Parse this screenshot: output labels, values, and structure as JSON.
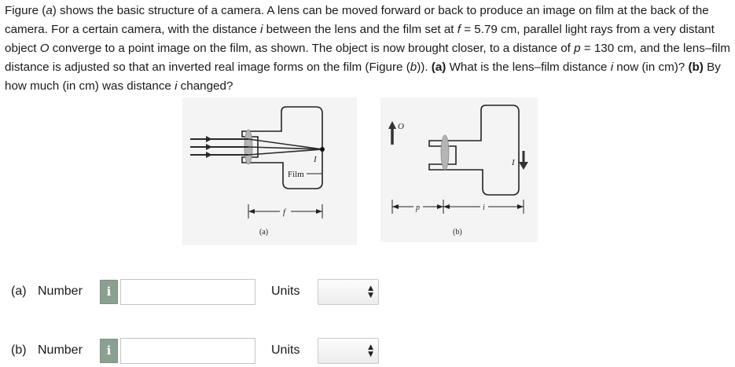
{
  "problem": {
    "s1": "Figure (",
    "s2": "a",
    "s3": ") shows the basic structure of a camera. A lens can be moved forward or back to produce an image on film at the back of the camera. For a certain camera, with the distance ",
    "s4": "i",
    "s5": " between the lens and the film set at ",
    "s6": "f",
    "s7": " = 5.79 cm, parallel light rays from a very distant object ",
    "s8": "O",
    "s9": " converge to a point image on the film, as shown. The object is now brought closer, to a distance of ",
    "s10": "p",
    "s11": " = 130 cm, and the lens–film distance is adjusted so that an inverted real image forms on the film (Figure (",
    "s12": "b",
    "s13": ")). ",
    "s14": "(a)",
    "s15": " What is the lens–film distance ",
    "s16": "i",
    "s17": " now (in cm)? ",
    "s18": "(b)",
    "s19": " By how much (in cm) was distance ",
    "s20": "i",
    "s21": " changed?"
  },
  "figure_a": {
    "film_label": "Film",
    "image_label": "I",
    "focal_label": "f",
    "caption": "(a)"
  },
  "figure_b": {
    "object_label": "O",
    "image_label": "I",
    "p_label": "p",
    "i_label": "i",
    "caption": "(b)"
  },
  "answers": [
    {
      "part": "(a)",
      "number_label": "Number",
      "info_label": "i",
      "value": "",
      "units_label": "Units",
      "unit_value": ""
    },
    {
      "part": "(b)",
      "number_label": "Number",
      "info_label": "i",
      "value": "",
      "units_label": "Units",
      "unit_value": ""
    }
  ],
  "select_arrows": {
    "up": "▲",
    "down": "▼"
  }
}
